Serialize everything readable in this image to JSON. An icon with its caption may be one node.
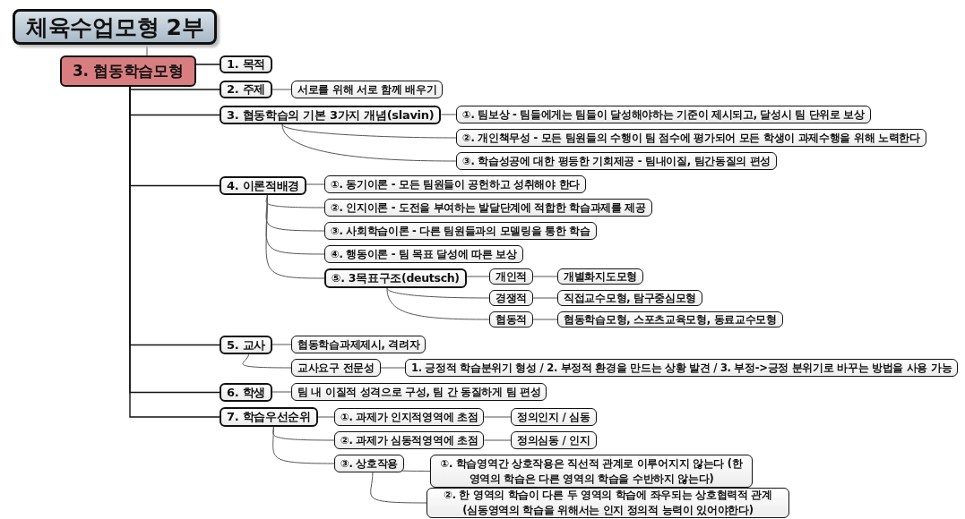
{
  "diagram": {
    "nodes": [
      {
        "text": [
          "체육수업모형 2부"
        ]
      },
      {
        "text": [
          "3. 협동학습모형"
        ]
      },
      {
        "text": [
          "1. 목적"
        ]
      },
      {
        "text": [
          "2. 주제"
        ]
      },
      {
        "text": [
          "서로를 위해 서로 함께 배우기"
        ]
      },
      {
        "text": [
          "3. 협동학습의 기본 3가지 개념(slavin)"
        ]
      },
      {
        "text": [
          "①. 팀보상 - 팀들에게는 팀들이 달성해야하는 기준이 제시되고, 달성시 팀 단위로 보상"
        ]
      },
      {
        "text": [
          "②. 개인책무성 - 모든 팀원들의 수행이 팀 점수에 평가되어 모든 학생이 과제수행을 위해 노력한다"
        ]
      },
      {
        "text": [
          "③. 학습성공에 대한 평등한 기회제공 - 팀내이질, 팀간동질의 편성"
        ]
      },
      {
        "text": [
          "4. 이론적배경"
        ]
      },
      {
        "text": [
          "①. 동기이론 - 모든 팀원들이 공헌하고 성취해야 한다"
        ]
      },
      {
        "text": [
          "②. 인지이론 - 도전을 부여하는 발달단계에 적합한 학습과제를 제공"
        ]
      },
      {
        "text": [
          "③. 사회학습이론 - 다른 팀원들과의 모델링을 통한 학습"
        ]
      },
      {
        "text": [
          "④. 행동이론 - 팀 목표 달성에 따른 보상"
        ]
      },
      {
        "text": [
          "⑤. 3목표구조(deutsch)"
        ]
      },
      {
        "text": [
          "개인적"
        ]
      },
      {
        "text": [
          "개별화지도모형"
        ]
      },
      {
        "text": [
          "경쟁적"
        ]
      },
      {
        "text": [
          "직접교수모형, 탐구중심모형"
        ]
      },
      {
        "text": [
          "협동적"
        ]
      },
      {
        "text": [
          "협동학습모형, 스포츠교육모형, 동료교수모형"
        ]
      },
      {
        "text": [
          "5. 교사"
        ]
      },
      {
        "text": [
          "협동학습과제제시, 격려자"
        ]
      },
      {
        "text": [
          "교사요구 전문성"
        ]
      },
      {
        "text": [
          "1. 긍정적 학습분위기 형성 / 2. 부정적 환경을 만드는 상황 발견 / 3. 부정->긍정 분위기로 바꾸는 방법을 사용 가능"
        ]
      },
      {
        "text": [
          "6. 학생"
        ]
      },
      {
        "text": [
          "팀 내 이질적 성격으로 구성, 팀 간 동질하게 팀 편성"
        ]
      },
      {
        "text": [
          "7. 학습우선순위"
        ]
      },
      {
        "text": [
          "①. 과제가 인지적영역에 초점"
        ]
      },
      {
        "text": [
          "정의인지 / 심동"
        ]
      },
      {
        "text": [
          "②. 과제가 심동적영역에 초점"
        ]
      },
      {
        "text": [
          "정의심동 / 인지"
        ]
      },
      {
        "text": [
          "③. 상호작용"
        ]
      },
      {
        "text": [
          "①. 학습영역간 상호작용은 직선적 관계로 이루어지지 않는다 (한 영역의 학습은 다른 영역의 학습을 수반하지 않는다)"
        ]
      },
      {
        "text": [
          "②. 한 영역의 학습이 다른 두 영역의 학습에 좌우되는 상호협력적 관계 (심동영역의 학습을 위해서는 인지 정의적 능력이 있어야한다)"
        ]
      }
    ],
    "edges": [
      {
        "from": 0,
        "to": 1,
        "arrow": "none"
      },
      {
        "from": 1,
        "to": 2,
        "arrow": "none"
      },
      {
        "from": 1,
        "to": 3,
        "arrow": "none"
      },
      {
        "from": 3,
        "to": 4,
        "arrow": "none"
      },
      {
        "from": 1,
        "to": 5,
        "arrow": "none"
      },
      {
        "from": 5,
        "to": 6,
        "arrow": "none"
      },
      {
        "from": 5,
        "to": 7,
        "arrow": "none"
      },
      {
        "from": 5,
        "to": 8,
        "arrow": "none"
      },
      {
        "from": 1,
        "to": 9,
        "arrow": "none"
      },
      {
        "from": 9,
        "to": 10,
        "arrow": "none"
      },
      {
        "from": 9,
        "to": 11,
        "arrow": "none"
      },
      {
        "from": 9,
        "to": 12,
        "arrow": "none"
      },
      {
        "from": 9,
        "to": 13,
        "arrow": "none"
      },
      {
        "from": 9,
        "to": 14,
        "arrow": "none"
      },
      {
        "from": 14,
        "to": 15,
        "arrow": "none"
      },
      {
        "from": 15,
        "to": 16,
        "arrow": "none"
      },
      {
        "from": 14,
        "to": 17,
        "arrow": "none"
      },
      {
        "from": 17,
        "to": 18,
        "arrow": "none"
      },
      {
        "from": 14,
        "to": 19,
        "arrow": "none"
      },
      {
        "from": 19,
        "to": 20,
        "arrow": "none"
      },
      {
        "from": 1,
        "to": 21,
        "arrow": "none"
      },
      {
        "from": 21,
        "to": 22,
        "arrow": "none"
      },
      {
        "from": 21,
        "to": 23,
        "arrow": "none"
      },
      {
        "from": 23,
        "to": 24,
        "arrow": "none"
      },
      {
        "from": 1,
        "to": 25,
        "arrow": "none"
      },
      {
        "from": 25,
        "to": 26,
        "arrow": "none"
      },
      {
        "from": 1,
        "to": 27,
        "arrow": "none"
      },
      {
        "from": 27,
        "to": 28,
        "arrow": "none"
      },
      {
        "from": 28,
        "to": 29,
        "arrow": "none"
      },
      {
        "from": 27,
        "to": 30,
        "arrow": "none"
      },
      {
        "from": 30,
        "to": 31,
        "arrow": "none"
      },
      {
        "from": 27,
        "to": 32,
        "arrow": "none"
      },
      {
        "from": 32,
        "to": 33,
        "arrow": "none"
      },
      {
        "from": 32,
        "to": 34,
        "arrow": "none"
      }
    ]
  }
}
